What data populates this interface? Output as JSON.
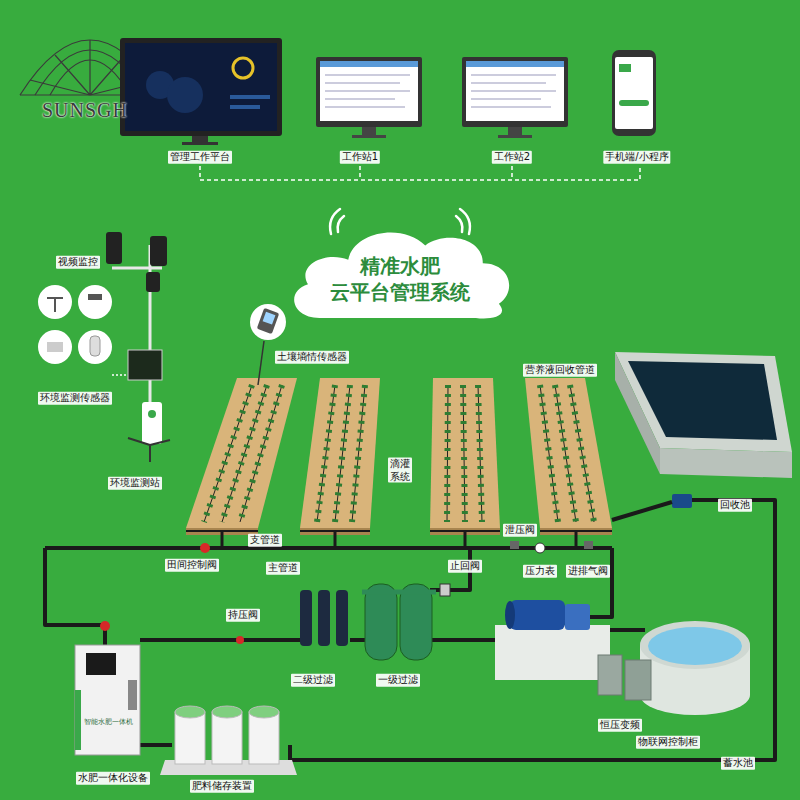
{
  "diagram": {
    "nodes": [
      {
        "text": [
          "精准水肥 云平台管理系统"
        ]
      }
    ],
    "labels": [
      "SUNSGH",
      "管理工作平台",
      "工作站1",
      "工作站2",
      "手机端/小程序",
      "视频监控",
      "环境监测传感器",
      "环境监测站",
      "土壤墒情传感器",
      "营养液回收管道",
      "滴灌系统",
      "回收池",
      "支管道",
      "田间控制阀",
      "主管道",
      "止回阀",
      "泄压阀",
      "压力表",
      "进排气阀",
      "持压阀",
      "二级过滤",
      "一级过滤",
      "恒压变频",
      "物联网控制柜",
      "蓄水池",
      "水肥一体化设备",
      "肥料储存装置",
      "智能水肥一体机"
    ]
  }
}
